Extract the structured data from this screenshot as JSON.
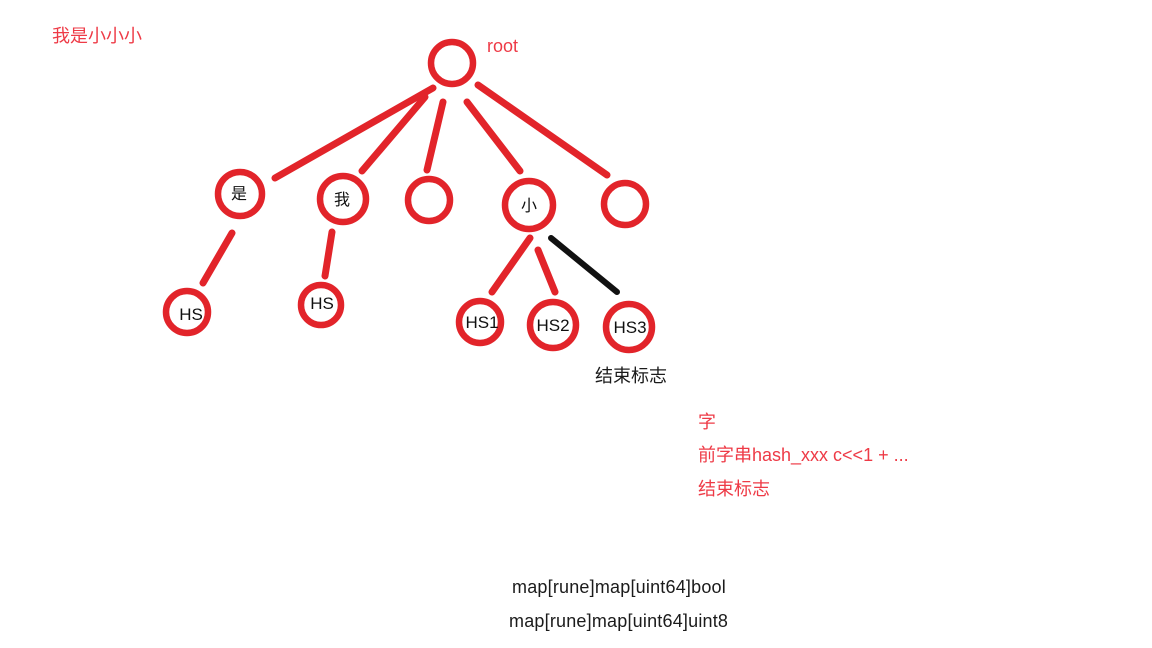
{
  "colors": {
    "pen_red": "#e2242a",
    "text_red": "#ee3a46",
    "ink_black": "#111111",
    "text_black": "#1b1b1b",
    "background": "#ffffff"
  },
  "annotations": {
    "title": "我是小小小",
    "root_label": "root",
    "end_flag": "结束标志",
    "notes_red": [
      "字",
      "前字串hash_xxx c<<1 + ...",
      "结束标志"
    ],
    "code_lines": [
      "map[rune]map[uint64]bool",
      "map[rune]map[uint64]uint8"
    ]
  },
  "tree": {
    "nodes": [
      {
        "id": "root",
        "label": ""
      },
      {
        "id": "shi",
        "label": "是"
      },
      {
        "id": "wo",
        "label": "我"
      },
      {
        "id": "empty-left",
        "label": ""
      },
      {
        "id": "xiao",
        "label": "小"
      },
      {
        "id": "empty-right",
        "label": ""
      },
      {
        "id": "hs-left",
        "label": "HS"
      },
      {
        "id": "hs-mid",
        "label": "HS"
      },
      {
        "id": "hs1",
        "label": "HS1"
      },
      {
        "id": "hs2",
        "label": "HS2"
      },
      {
        "id": "hs3",
        "label": "HS3"
      }
    ]
  }
}
